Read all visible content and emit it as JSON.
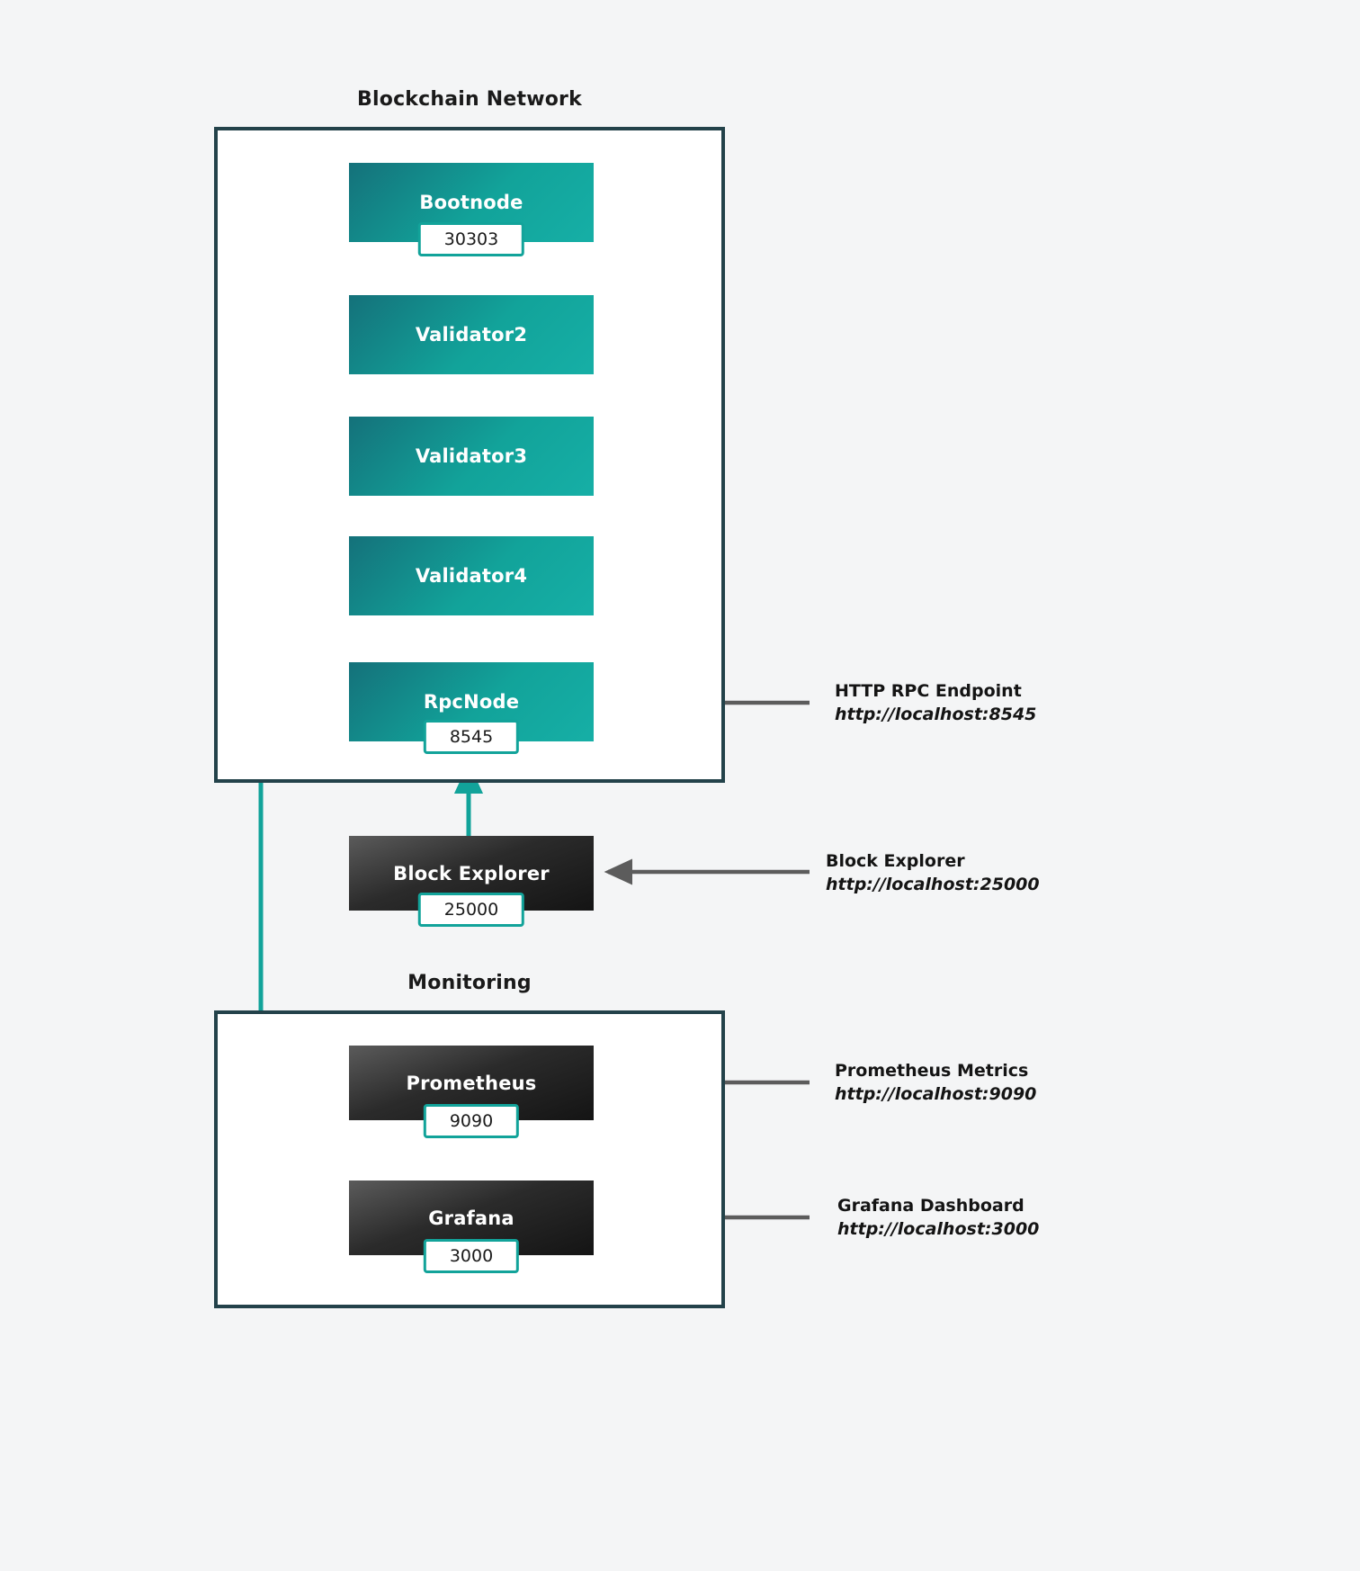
{
  "theme": {
    "background": "#f4f5f6",
    "group_border": "#23424a",
    "node_teal_from": "#14717a",
    "node_teal_to": "#16afa6",
    "node_dark_from": "#5b5b5b",
    "node_dark_to": "#141414",
    "connector_teal": "#12a39a",
    "connector_dashed": "#5c5c5c",
    "annotation_arrow": "#5c5c5c",
    "port_badge_border": "#12a39a",
    "text_primary": "#141414"
  },
  "groups": [
    {
      "id": "blockchain",
      "title": "Blockchain Network"
    },
    {
      "id": "monitoring",
      "title": "Monitoring"
    }
  ],
  "nodes": [
    {
      "id": "bootnode",
      "label": "Bootnode",
      "port": "30303",
      "style": "teal",
      "group": "blockchain"
    },
    {
      "id": "validator2",
      "label": "Validator2",
      "port": "",
      "style": "teal",
      "group": "blockchain"
    },
    {
      "id": "validator3",
      "label": "Validator3",
      "port": "",
      "style": "teal",
      "group": "blockchain"
    },
    {
      "id": "validator4",
      "label": "Validator4",
      "port": "",
      "style": "teal",
      "group": "blockchain"
    },
    {
      "id": "rpcnode",
      "label": "RpcNode",
      "port": "8545",
      "style": "teal",
      "group": "blockchain"
    },
    {
      "id": "explorer",
      "label": "Block Explorer",
      "port": "25000",
      "style": "dark",
      "group": "none"
    },
    {
      "id": "prometheus",
      "label": "Prometheus",
      "port": "9090",
      "style": "dark",
      "group": "monitoring"
    },
    {
      "id": "grafana",
      "label": "Grafana",
      "port": "3000",
      "style": "dark",
      "group": "monitoring"
    }
  ],
  "annotations": [
    {
      "id": "rpc-endpoint",
      "title": "HTTP RPC Endpoint",
      "url": "http://localhost:8545",
      "target": "rpcnode"
    },
    {
      "id": "block-explorer",
      "title": "Block Explorer",
      "url": "http://localhost:25000",
      "target": "explorer"
    },
    {
      "id": "prometheus-metrics",
      "title": "Prometheus Metrics",
      "url": "http://localhost:9090",
      "target": "prometheus"
    },
    {
      "id": "grafana-dashboard",
      "title": "Grafana Dashboard",
      "url": "http://localhost:3000",
      "target": "grafana"
    }
  ]
}
